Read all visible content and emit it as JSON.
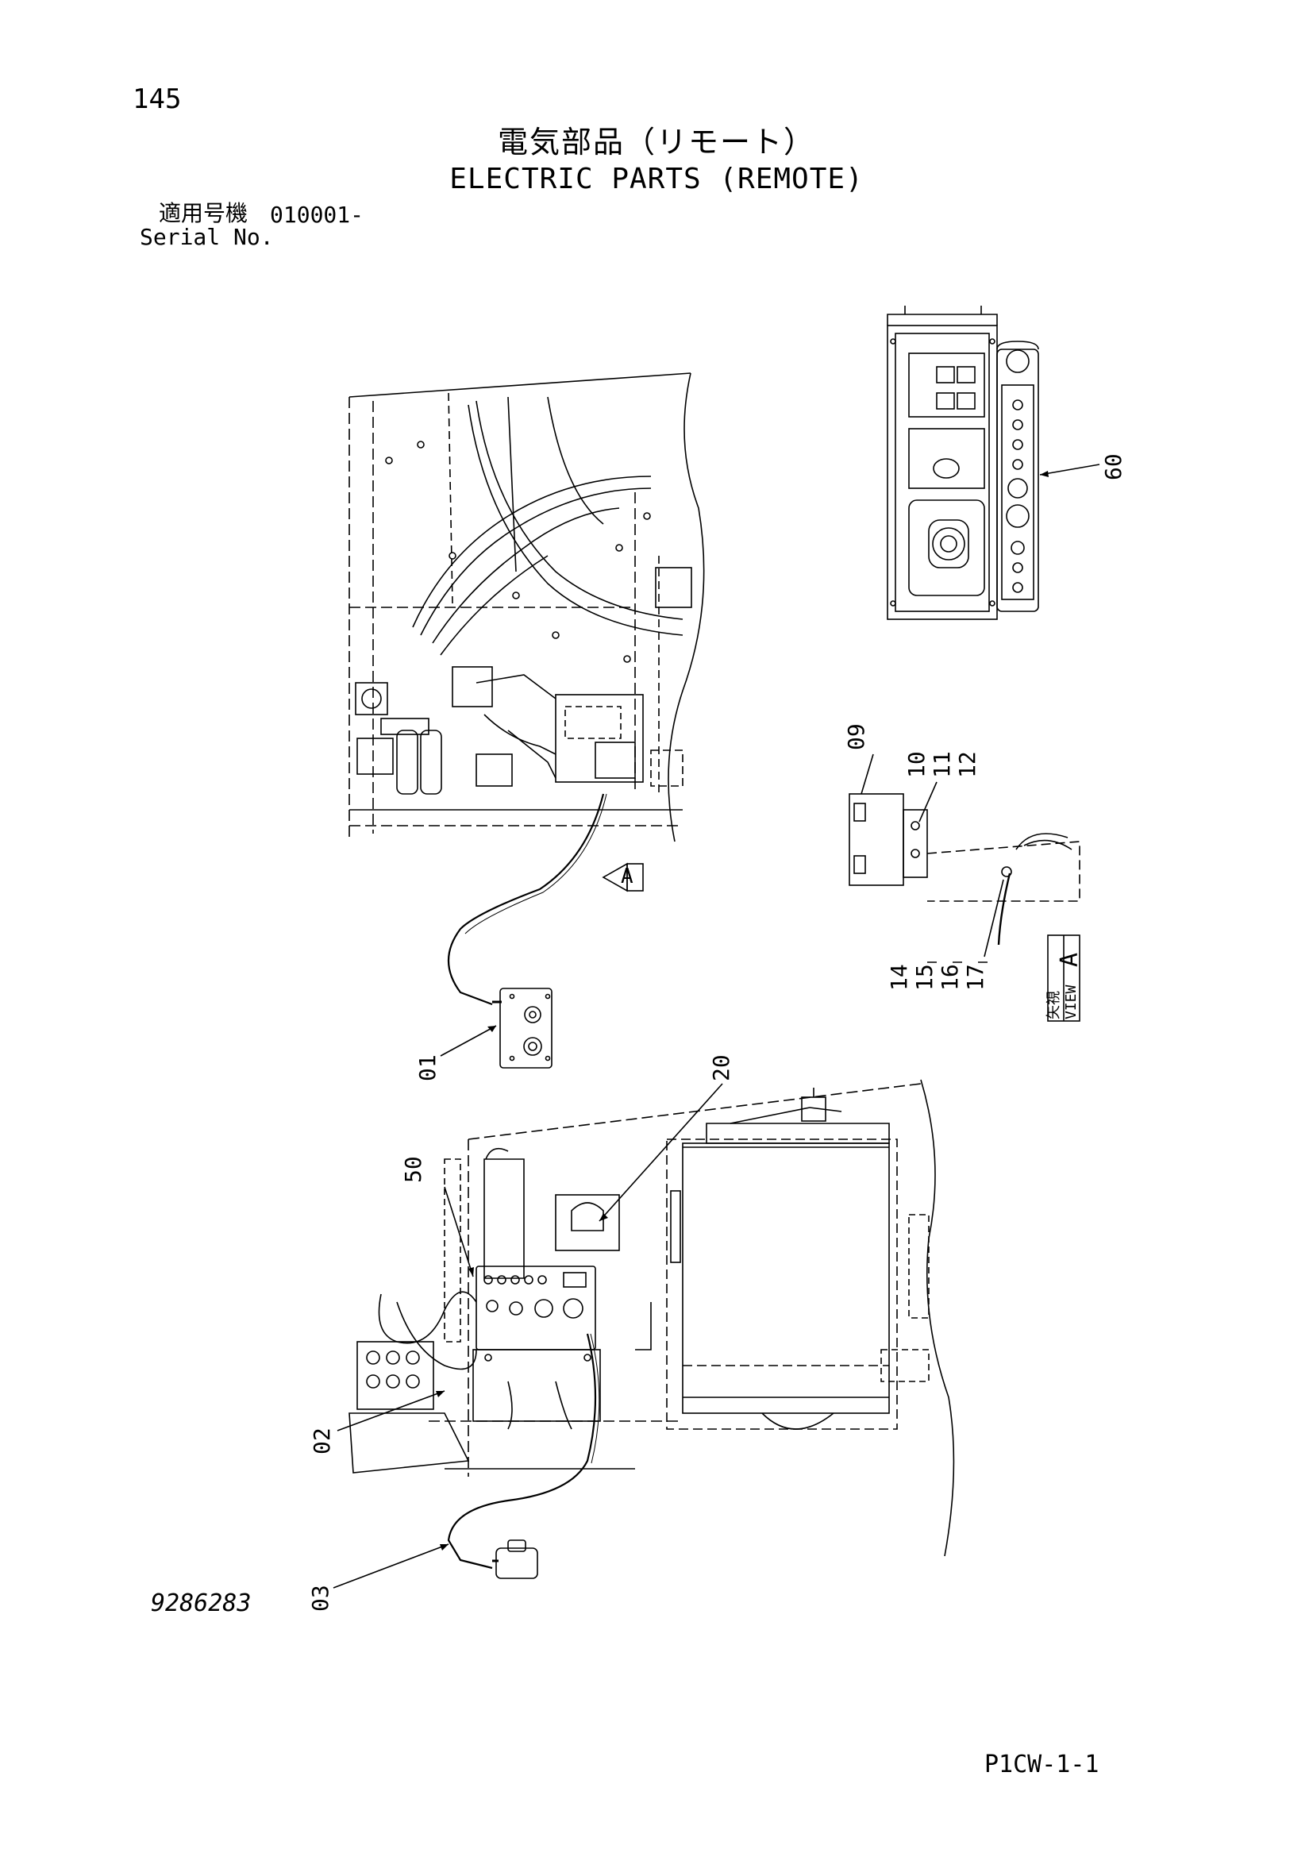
{
  "header": {
    "page_number": "145",
    "title_ja": "電気部品（リモート）",
    "title_en": "ELECTRIC PARTS (REMOTE)",
    "serial_label_ja": "適用号機",
    "serial_value": "010001-",
    "serial_label_en": "Serial No."
  },
  "callouts": {
    "c01": "01",
    "c02": "02",
    "c03": "03",
    "c09": "09",
    "c10": "10",
    "c11": "11",
    "c12": "12",
    "c14": "14",
    "c15": "15",
    "c16": "16",
    "c17": "17",
    "c20": "20",
    "c50": "50",
    "c60": "60"
  },
  "view_marker": {
    "arrow_letter": "A",
    "label_ja": "矢視",
    "label_en": "VIEW",
    "letter": "A"
  },
  "footer": {
    "drawing_number": "9286283",
    "page_code": "P1CW-1-1"
  }
}
